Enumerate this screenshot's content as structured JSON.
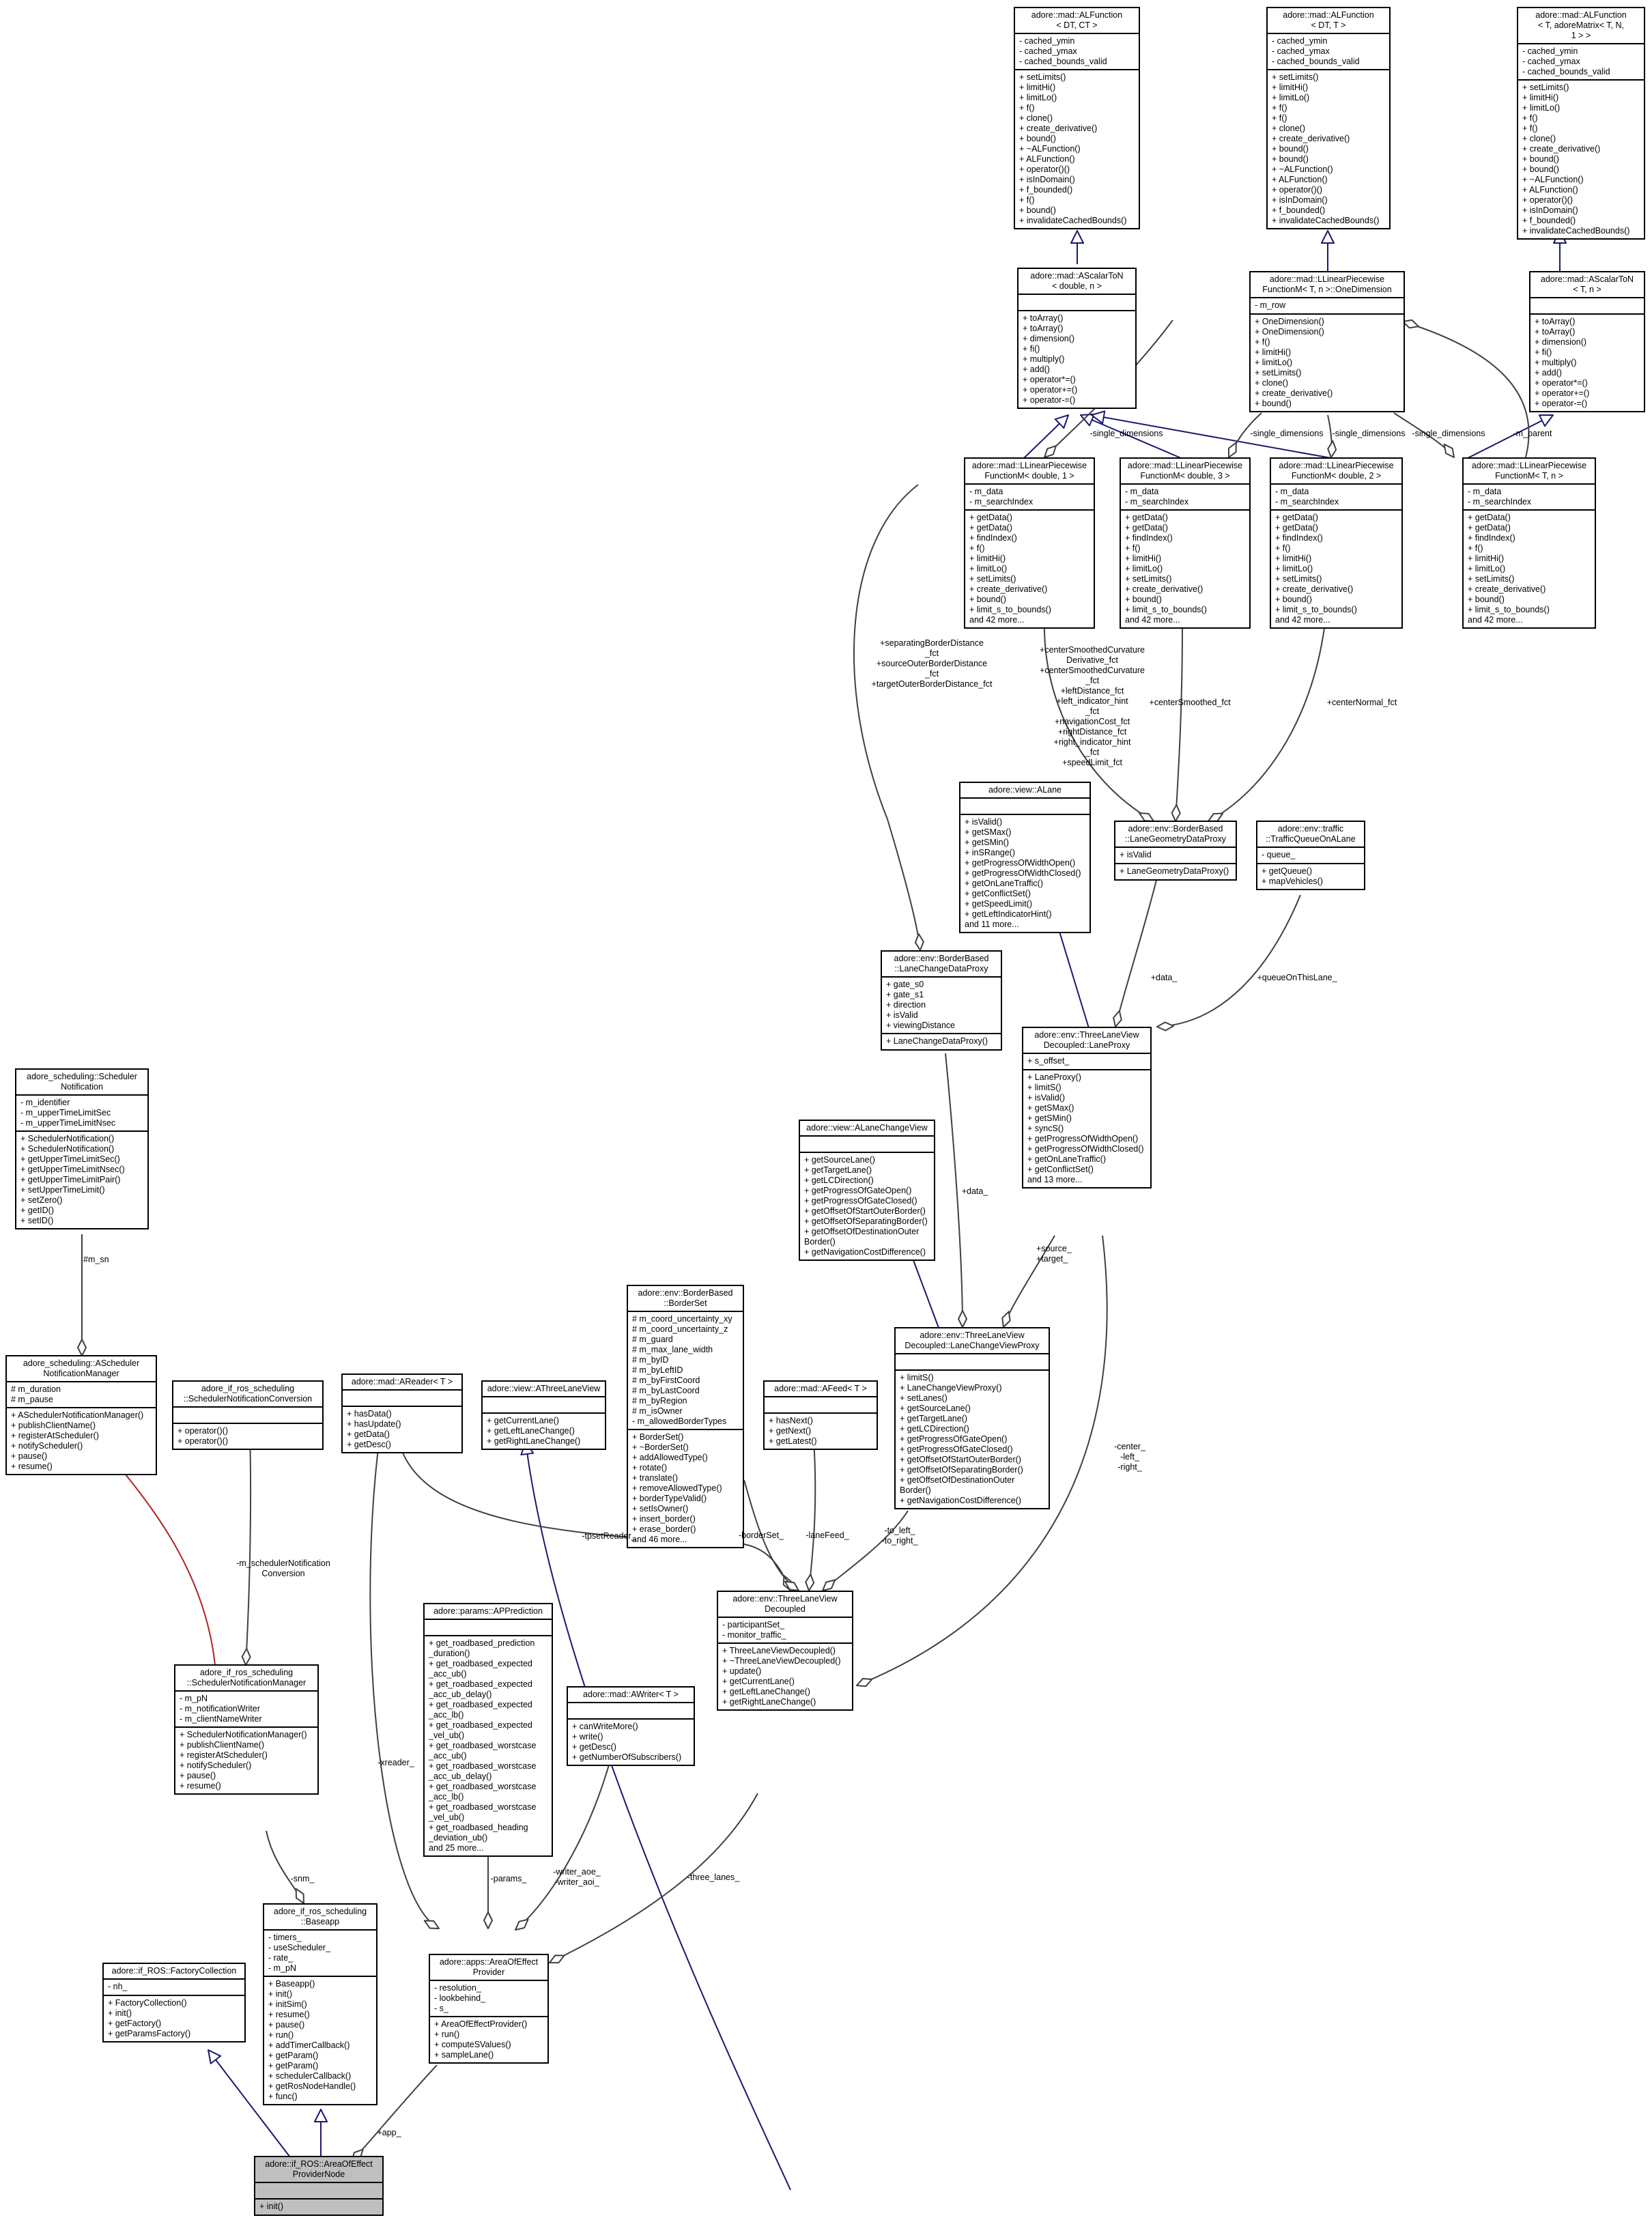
{
  "nodes": [
    {
      "id": "alf_dt_ct",
      "title": "adore::mad::ALFunction\n< DT, CT >",
      "attrs": "- cached_ymin\n- cached_ymax\n- cached_bounds_valid",
      "ops": "+ setLimits()\n+ limitHi()\n+ limitLo()\n+ f()\n+ clone()\n+ create_derivative()\n+ bound()\n+ ~ALFunction()\n+ ALFunction()\n+ operator()()\n+ isInDomain()\n+ f_bounded()\n+ f()\n+ bound()\n+ invalidateCachedBounds()"
    },
    {
      "id": "alf_dt_t",
      "title": "adore::mad::ALFunction\n< DT, T >",
      "attrs": "- cached_ymin\n- cached_ymax\n- cached_bounds_valid",
      "ops": "+ setLimits()\n+ limitHi()\n+ limitLo()\n+ f()\n+ f()\n+ clone()\n+ create_derivative()\n+ bound()\n+ bound()\n+ ~ALFunction()\n+ ALFunction()\n+ operator()()\n+ isInDomain()\n+ f_bounded()\n+ invalidateCachedBounds()"
    },
    {
      "id": "alf_t_mat",
      "title": "adore::mad::ALFunction\n< T, adoreMatrix< T, N,\n 1 > >",
      "attrs": "- cached_ymin\n- cached_ymax\n- cached_bounds_valid",
      "ops": "+ setLimits()\n+ limitHi()\n+ limitLo()\n+ f()\n+ f()\n+ clone()\n+ create_derivative()\n+ bound()\n+ bound()\n+ ~ALFunction()\n+ ALFunction()\n+ operator()()\n+ isInDomain()\n+ f_bounded()\n+ invalidateCachedBounds()"
    },
    {
      "id": "ascalar_dn",
      "title": "adore::mad::AScalarToN\n< double, n >",
      "attrs": "",
      "ops": "+ toArray()\n+ toArray()\n+ dimension()\n+ fi()\n+ multiply()\n+ add()\n+ operator*=()\n+ operator+=()\n+ operator-=()"
    },
    {
      "id": "onedim",
      "title": "adore::mad::LLinearPiecewise\nFunctionM< T, n >::OneDimension",
      "attrs": "- m_row",
      "ops": "+ OneDimension()\n+ OneDimension()\n+ f()\n+ limitHi()\n+ limitLo()\n+ setLimits()\n+ clone()\n+ create_derivative()\n+ bound()"
    },
    {
      "id": "ascalar_tn",
      "title": "adore::mad::AScalarToN\n< T, n >",
      "attrs": "",
      "ops": "+ toArray()\n+ toArray()\n+ dimension()\n+ fi()\n+ multiply()\n+ add()\n+ operator*=()\n+ operator+=()\n+ operator-=()"
    },
    {
      "id": "llpf_d1",
      "title": "adore::mad::LLinearPiecewise\nFunctionM< double, 1 >",
      "attrs": "- m_data\n- m_searchIndex",
      "ops": "+ getData()\n+ getData()\n+ findIndex()\n+ f()\n+ limitHi()\n+ limitLo()\n+ setLimits()\n+ create_derivative()\n+ bound()\n+ limit_s_to_bounds()\nand 42 more..."
    },
    {
      "id": "llpf_d3",
      "title": "adore::mad::LLinearPiecewise\nFunctionM< double, 3 >",
      "attrs": "- m_data\n- m_searchIndex",
      "ops": "+ getData()\n+ getData()\n+ findIndex()\n+ f()\n+ limitHi()\n+ limitLo()\n+ setLimits()\n+ create_derivative()\n+ bound()\n+ limit_s_to_bounds()\nand 42 more..."
    },
    {
      "id": "llpf_d2",
      "title": "adore::mad::LLinearPiecewise\nFunctionM< double, 2 >",
      "attrs": "- m_data\n- m_searchIndex",
      "ops": "+ getData()\n+ getData()\n+ findIndex()\n+ f()\n+ limitHi()\n+ limitLo()\n+ setLimits()\n+ create_derivative()\n+ bound()\n+ limit_s_to_bounds()\nand 42 more..."
    },
    {
      "id": "llpf_tn",
      "title": "adore::mad::LLinearPiecewise\nFunctionM< T, n >",
      "attrs": "- m_data\n- m_searchIndex",
      "ops": "+ getData()\n+ getData()\n+ findIndex()\n+ f()\n+ limitHi()\n+ limitLo()\n+ setLimits()\n+ create_derivative()\n+ bound()\n+ limit_s_to_bounds()\nand 42 more..."
    },
    {
      "id": "alane",
      "title": "adore::view::ALane",
      "attrs": "",
      "ops": "+ isValid()\n+ getSMax()\n+ getSMin()\n+ inSRange()\n+ getProgressOfWidthOpen()\n+ getProgressOfWidthClosed()\n+ getOnLaneTraffic()\n+ getConflictSet()\n+ getSpeedLimit()\n+ getLeftIndicatorHint()\nand 11 more..."
    },
    {
      "id": "lgdp",
      "title": "adore::env::BorderBased\n::LaneGeometryDataProxy",
      "attrs": "+ isValid",
      "ops": "+ LaneGeometryDataProxy()"
    },
    {
      "id": "tqol",
      "title": "adore::env::traffic\n::TrafficQueueOnALane",
      "attrs": "- queue_",
      "ops": "+ getQueue()\n+ mapVehicles()"
    },
    {
      "id": "lcdp",
      "title": "adore::env::BorderBased\n::LaneChangeDataProxy",
      "attrs": "+ gate_s0\n+ gate_s1\n+ direction\n+ isValid\n+ viewingDistance",
      "ops": "+ LaneChangeDataProxy()"
    },
    {
      "id": "sched_notif",
      "title": "adore_scheduling::Scheduler\nNotification",
      "attrs": "- m_identifier\n- m_upperTimeLimitSec\n- m_upperTimeLimitNsec",
      "ops": "+ SchedulerNotification()\n+ SchedulerNotification()\n+ getUpperTimeLimitSec()\n+ getUpperTimeLimitNsec()\n+ getUpperTimeLimitPair()\n+ setUpperTimeLimit()\n+ setZero()\n+ getID()\n+ setID()"
    },
    {
      "id": "alcv",
      "title": "adore::view::ALaneChangeView",
      "attrs": "",
      "ops": "+ getSourceLane()\n+ getTargetLane()\n+ getLCDirection()\n+ getProgressOfGateOpen()\n+ getProgressOfGateClosed()\n+ getOffsetOfStartOuterBorder()\n+ getOffsetOfSeparatingBorder()\n+ getOffsetOfDestinationOuter\nBorder()\n+ getNavigationCostDifference()"
    },
    {
      "id": "tlv_lp",
      "title": "adore::env::ThreeLaneView\nDecoupled::LaneProxy",
      "attrs": "+ s_offset_",
      "ops": "+ LaneProxy()\n+ limitS()\n+ isValid()\n+ getSMax()\n+ getSMin()\n+ syncS()\n+ getProgressOfWidthOpen()\n+ getProgressOfWidthClosed()\n+ getOnLaneTraffic()\n+ getConflictSet()\nand 13 more..."
    },
    {
      "id": "borderset",
      "title": "adore::env::BorderBased\n::BorderSet",
      "attrs": "# m_coord_uncertainty_xy\n# m_coord_uncertainty_z\n# m_guard\n# m_max_lane_width\n# m_byID\n# m_byLeftID\n# m_byFirstCoord\n# m_byLastCoord\n# m_byRegion\n# m_isOwner\n- m_allowedBorderTypes",
      "ops": "+ BorderSet()\n+ ~BorderSet()\n+ addAllowedType()\n+ rotate()\n+ translate()\n+ removeAllowedType()\n+ borderTypeValid()\n+ setIsOwner()\n+ insert_border()\n+ erase_border()\nand 46 more..."
    },
    {
      "id": "asched_nm",
      "title": "adore_scheduling::AScheduler\nNotificationManager",
      "attrs": "# m_duration\n# m_pause",
      "ops": "+ ASchedulerNotificationManager()\n+ publishClientName()\n+ registerAtScheduler()\n+ notifyScheduler()\n+ pause()\n+ resume()"
    },
    {
      "id": "snc",
      "title": "adore_if_ros_scheduling\n::SchedulerNotificationConversion",
      "attrs": "",
      "ops": "+ operator()()\n+ operator()()"
    },
    {
      "id": "areader",
      "title": "adore::mad::AReader< T >",
      "attrs": "",
      "ops": "+ hasData()\n+ hasUpdate()\n+ getData()\n+ getDesc()"
    },
    {
      "id": "athree",
      "title": "adore::view::AThreeLaneView",
      "attrs": "",
      "ops": "+ getCurrentLane()\n+ getLeftLaneChange()\n+ getRightLaneChange()"
    },
    {
      "id": "afeed",
      "title": "adore::mad::AFeed< T >",
      "attrs": "",
      "ops": "+ hasNext()\n+ getNext()\n+ getLatest()"
    },
    {
      "id": "tlv_lcvp",
      "title": "adore::env::ThreeLaneView\nDecoupled::LaneChangeViewProxy",
      "attrs": "",
      "ops": "+ limitS()\n+ LaneChangeViewProxy()\n+ setLanes()\n+ getSourceLane()\n+ getTargetLane()\n+ getLCDirection()\n+ getProgressOfGateOpen()\n+ getProgressOfGateClosed()\n+ getOffsetOfStartOuterBorder()\n+ getOffsetOfSeparatingBorder()\n+ getOffsetOfDestinationOuter\nBorder()\n+ getNavigationCostDifference()"
    },
    {
      "id": "apred",
      "title": "adore::params::APPrediction",
      "attrs": "",
      "ops": "+ get_roadbased_prediction\n_duration()\n+ get_roadbased_expected\n_acc_ub()\n+ get_roadbased_expected\n_acc_ub_delay()\n+ get_roadbased_expected\n_acc_lb()\n+ get_roadbased_expected\n_vel_ub()\n+ get_roadbased_worstcase\n_acc_ub()\n+ get_roadbased_worstcase\n_acc_ub_delay()\n+ get_roadbased_worstcase\n_acc_lb()\n+ get_roadbased_worstcase\n_vel_ub()\n+ get_roadbased_heading\n_deviation_ub()\nand 25 more..."
    },
    {
      "id": "snm",
      "title": "adore_if_ros_scheduling\n::SchedulerNotificationManager",
      "attrs": "- m_pN\n- m_notificationWriter\n- m_clientNameWriter",
      "ops": "+ SchedulerNotificationManager()\n+ publishClientName()\n+ registerAtScheduler()\n+ notifyScheduler()\n+ pause()\n+ resume()"
    },
    {
      "id": "awriter",
      "title": "adore::mad::AWriter< T >",
      "attrs": "",
      "ops": "+ canWriteMore()\n+ write()\n+ getDesc()\n+ getNumberOfSubscribers()"
    },
    {
      "id": "tlvd",
      "title": "adore::env::ThreeLaneView\nDecoupled",
      "attrs": "- participantSet_\n- monitor_traffic_",
      "ops": "+ ThreeLaneViewDecoupled()\n+ ~ThreeLaneViewDecoupled()\n+ update()\n+ getCurrentLane()\n+ getLeftLaneChange()\n+ getRightLaneChange()"
    },
    {
      "id": "baseapp",
      "title": "adore_if_ros_scheduling\n::Baseapp",
      "attrs": "- timers_\n- useScheduler_\n- rate_\n- m_pN",
      "ops": "+ Baseapp()\n+ init()\n+ initSim()\n+ resume()\n+ pause()\n+ run()\n+ addTimerCallback()\n+ getParam()\n+ getParam()\n+ schedulerCallback()\n+ getRosNodeHandle()\n+ func()"
    },
    {
      "id": "factory",
      "title": "adore::if_ROS::FactoryCollection",
      "attrs": "- nh_",
      "ops": "+ FactoryCollection()\n+ init()\n+ getFactory()\n+ getParamsFactory()"
    },
    {
      "id": "aoep",
      "title": "adore::apps::AreaOfEffect\nProvider",
      "attrs": "- resolution_\n- lookbehind_\n- s_",
      "ops": "+ AreaOfEffectProvider()\n+ run()\n+ computeSValues()\n+ sampleLane()"
    },
    {
      "id": "aoepn",
      "title": "adore::if_ROS::AreaOfEffect\nProviderNode",
      "attrs": "",
      "ops": "+ init()"
    }
  ],
  "edge_labels": [
    {
      "id": "single_dimensions_1",
      "text": "-single_dimensions"
    },
    {
      "id": "single_dimensions_2",
      "text": "-single_dimensions"
    },
    {
      "id": "single_dimensions_3",
      "text": "-single_dimensions"
    },
    {
      "id": "single_dimensions_4",
      "text": "-single_dimensions"
    },
    {
      "id": "m_parent",
      "text": "-m_parent"
    },
    {
      "id": "sep_border",
      "text": "+separatingBorderDistance\n_fct\n+sourceOuterBorderDistance\n_fct\n+targetOuterBorderDistance_fct"
    },
    {
      "id": "center_curv",
      "text": "+centerSmoothedCurvature\nDerivative_fct\n+centerSmoothedCurvature\n_fct\n+leftDistance_fct\n+left_indicator_hint\n_fct\n+navigationCost_fct\n+rightDistance_fct\n+right_indicator_hint\n_fct\n+speedLimit_fct"
    },
    {
      "id": "center_smoothed",
      "text": "+centerSmoothed_fct"
    },
    {
      "id": "center_normal",
      "text": "+centerNormal_fct"
    },
    {
      "id": "data_lp",
      "text": "+data_"
    },
    {
      "id": "queue_on_lane",
      "text": "+queueOnThisLane_"
    },
    {
      "id": "data_lcvp",
      "text": "+data_"
    },
    {
      "id": "source_target",
      "text": "+source_\n+target_"
    },
    {
      "id": "m_sn",
      "text": "#m_sn"
    },
    {
      "id": "center_left_right",
      "text": "-center_\n-left_\n-right_"
    },
    {
      "id": "m_snc",
      "text": "-m_schedulerNotification\nConversion"
    },
    {
      "id": "tpset_reader",
      "text": "-tpsetReader_"
    },
    {
      "id": "border_set",
      "text": "-borderSet_"
    },
    {
      "id": "lane_feed",
      "text": "-laneFeed_"
    },
    {
      "id": "to_left_right",
      "text": "-to_left_\n-to_right_"
    },
    {
      "id": "xreader",
      "text": "-xreader_"
    },
    {
      "id": "snm_",
      "text": "-snm_"
    },
    {
      "id": "params",
      "text": "-params_"
    },
    {
      "id": "writer_aoe",
      "text": "-writer_aoe_\n-writer_aoi_"
    },
    {
      "id": "three_lanes",
      "text": "-three_lanes_"
    },
    {
      "id": "app_",
      "text": "+app_"
    }
  ],
  "colors": {
    "inheritance_blue": "#191970",
    "inheritance_red": "#b22222",
    "composition": "#404040",
    "focus_fill": "#bfbfbf"
  }
}
